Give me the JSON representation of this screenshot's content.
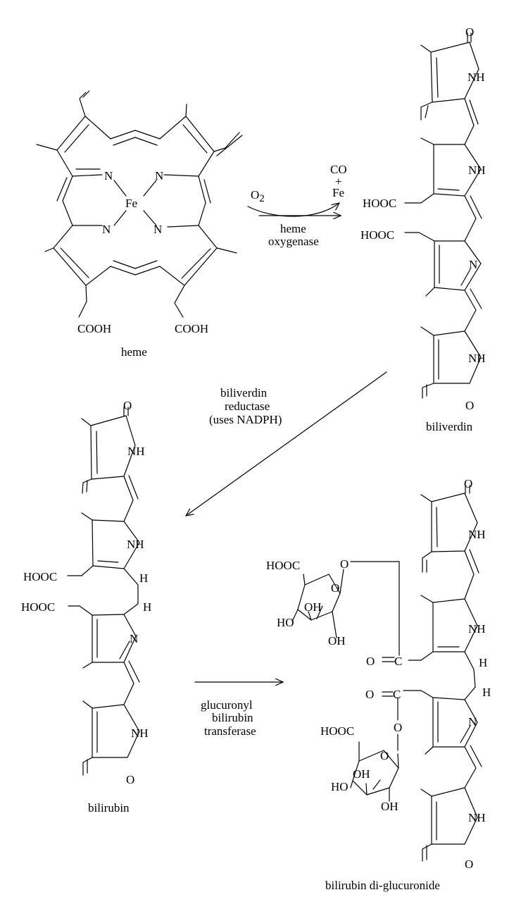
{
  "heme": {
    "caption": "heme",
    "iron": "Fe",
    "nitrogen": "N",
    "acid_left": "COOH",
    "acid_right": "COOH"
  },
  "reaction1": {
    "reactant": "O",
    "reactant_sub": "2",
    "product_top": "CO",
    "plus": "+",
    "product_bottom": "Fe",
    "enzyme_line1": "heme",
    "enzyme_line2": "oxygenase"
  },
  "biliverdin": {
    "caption": "biliverdin",
    "oxygen": "O",
    "nh": "NH",
    "n": "N",
    "acid": "HOOC"
  },
  "reaction2": {
    "enzyme_line1": "biliverdin",
    "enzyme_line2": "reductase",
    "enzyme_line3": "(uses NADPH)"
  },
  "bilirubin": {
    "caption": "bilirubin",
    "oxygen": "O",
    "nh": "NH",
    "n": "N",
    "h": "H",
    "acid": "HOOC"
  },
  "reaction3": {
    "enzyme_line1": "glucuronyl",
    "enzyme_line2": "bilirubin",
    "enzyme_line3": "transferase"
  },
  "diglucuronide": {
    "caption": "bilirubin di-glucuronide",
    "oxygen": "O",
    "nh": "NH",
    "n": "N",
    "h": "H",
    "acid": "HOOC",
    "oh": "OH",
    "ho": "HO",
    "carbon": "C"
  }
}
